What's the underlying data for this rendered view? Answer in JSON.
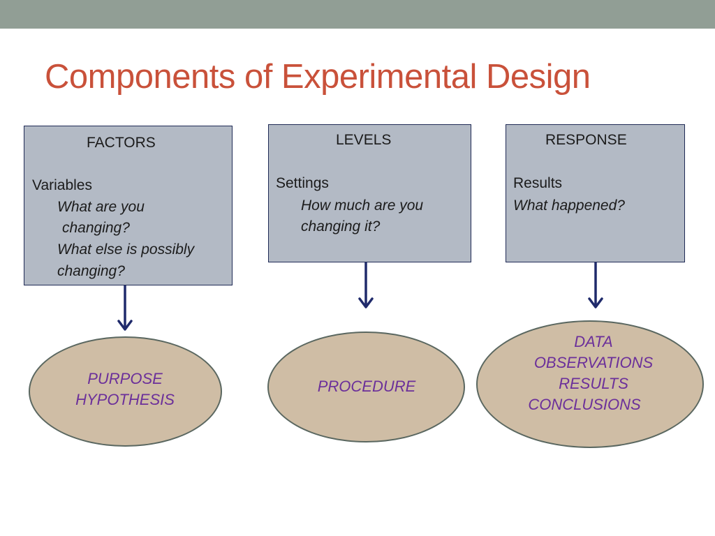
{
  "title": "Components of Experimental Design",
  "columns": [
    {
      "heading": "FACTORS",
      "label": "Variables",
      "questions": [
        "What are you",
        "changing?",
        "What else is possibly",
        "changing?"
      ],
      "outcome": [
        "PURPOSE",
        "HYPOTHESIS"
      ]
    },
    {
      "heading": "LEVELS",
      "label": "Settings",
      "questions": [
        "How much are you",
        "changing it?"
      ],
      "outcome": [
        "PROCEDURE"
      ]
    },
    {
      "heading": "RESPONSE",
      "label": "Results",
      "questions": [
        "What happened?"
      ],
      "outcome": [
        "DATA",
        "OBSERVATIONS",
        "RESULTS",
        "CONCLUSIONS"
      ]
    }
  ],
  "colors": {
    "title": "#c9513a",
    "box_fill": "#b3bac5",
    "box_border": "#1f2a55",
    "arrow": "#1f2a6b",
    "ellipse_fill": "#cfbda5",
    "outcome_text": "#6b2f9a",
    "top_bar": "#919e95"
  }
}
